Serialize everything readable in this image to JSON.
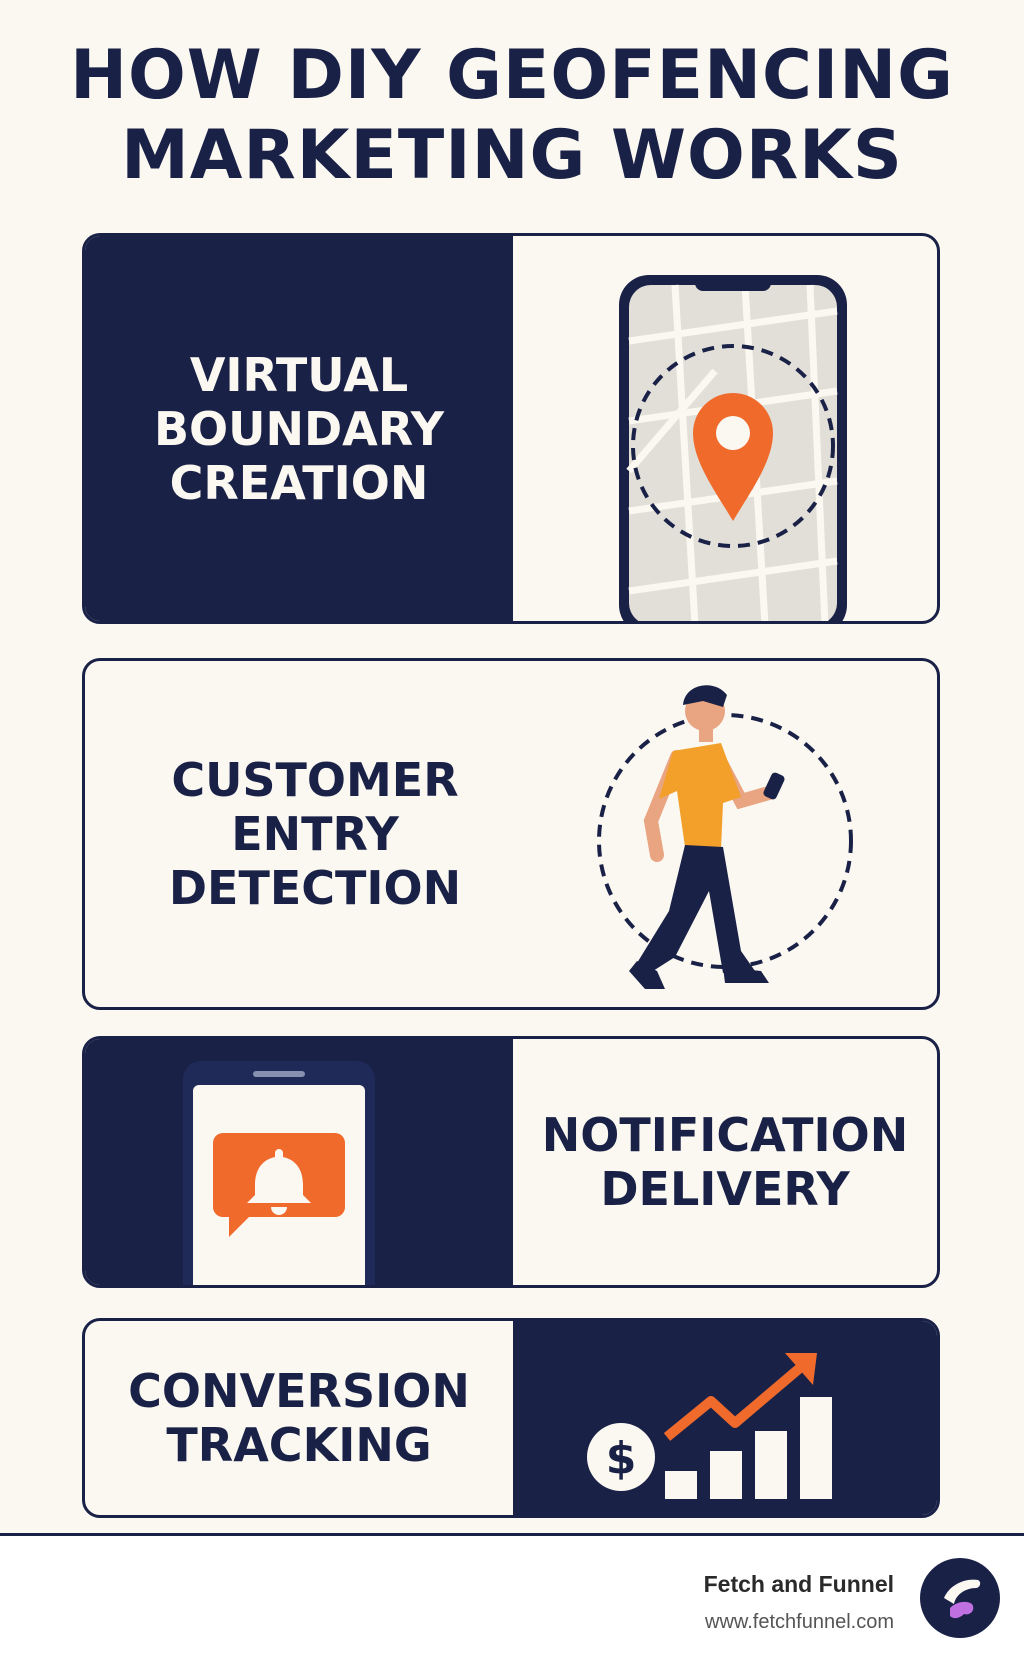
{
  "title": "HOW DIY GEOFENCING\nMARKETING WORKS",
  "steps": [
    {
      "label": "VIRTUAL\nBOUNDARY\nCREATION",
      "icon": "phone-map-pin-icon"
    },
    {
      "label": "CUSTOMER\nENTRY\nDETECTION",
      "icon": "walking-person-icon"
    },
    {
      "label": "NOTIFICATION\nDELIVERY",
      "icon": "phone-bell-notification-icon"
    },
    {
      "label": "CONVERSION\nTRACKING",
      "icon": "dollar-growth-chart-icon"
    }
  ],
  "footer": {
    "brand": "Fetch and Funnel",
    "url": "www.fetchfunnel.com",
    "logo_icon": "fetch-funnel-logo-icon"
  },
  "colors": {
    "navy": "#1a2147",
    "cream": "#fbf8f1",
    "orange": "#ef6a2b",
    "shirt": "#f3a02a"
  }
}
